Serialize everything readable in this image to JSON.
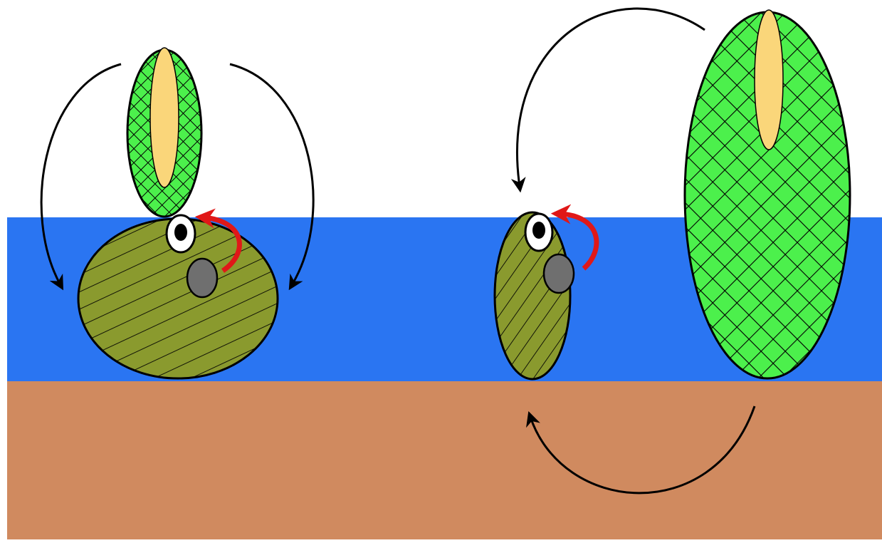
{
  "colors": {
    "background": "#ffffff",
    "water": "#2a75f2",
    "soil": "#d08a5f",
    "green_crosshatch_fill": "#4cf04c",
    "olive_hatch_fill": "#8a9a2e",
    "yellow_core": "#fad67a",
    "eye_white": "#ffffff",
    "eye_pupil": "#000000",
    "grey_circle": "#6f6f6f",
    "red_arrow": "#e01818",
    "black_arrow": "#000000",
    "outline": "#000000"
  },
  "regions": [
    "sky",
    "water",
    "soil"
  ],
  "left_group": {
    "top_shape": "crosshatched-oval-with-yellow-core",
    "bottom_shape": "hatched-olive-oval-with-eye-and-grey-circle",
    "arrows": [
      "black-curved-arrow-left",
      "black-curved-arrow-right",
      "red-curved-arrow"
    ]
  },
  "right_group": {
    "tall_shape": "large-crosshatched-oval-with-yellow-core",
    "small_shape": "small-hatched-olive-oval-with-eye-and-grey-circle",
    "arrows": [
      "black-curved-arrow-top",
      "black-curved-arrow-bottom",
      "red-curved-arrow"
    ]
  }
}
